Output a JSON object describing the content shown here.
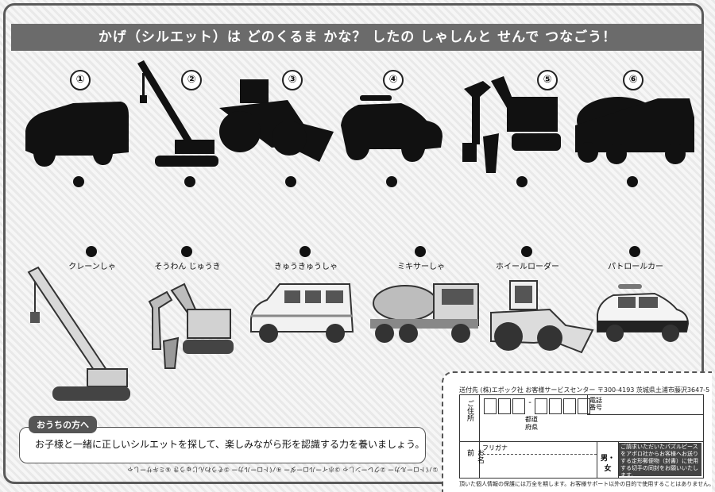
{
  "title": "かげ（シルエット）は どのくるま かな？ したの しゃしんと せんで つなごう！",
  "silhouette_numbers": [
    "①",
    "②",
    "③",
    "④",
    "⑤",
    "⑥"
  ],
  "labels": [
    "クレーンしゃ",
    "そうわん じゅうき",
    "きゅうきゅうしゃ",
    "ミキサーしゃ",
    "ホイールローダー",
    "パトロールカー"
  ],
  "note": {
    "tag": "おうちの方へ",
    "text": "お子様と一緒に正しいシルエットを探して、楽しみながら形を認識する力を養いましょう。"
  },
  "answers": "こたえ：①パトロールカー ②クレーンしゃ ③ホイールローダー ④パトロールカー ⑤そうわんじゅうき ⑥ミキサーしゃ",
  "postal": {
    "destination": "送付先 (株)エポック社 お客様サービスセンター 〒300-4193 茨城県土浦市藤沢3647-5",
    "address_label": "ご住所",
    "prefecture": "都道府県",
    "phone_label": "電話番号",
    "furigana_label": "フリガナ",
    "name_label": "お名前",
    "gender_label": "男・女",
    "info_text": "ご請求いただいたパズルピースをアポロ社からお客様へお送りする定形郵便物（封書）に使用する切手の同封をお願いいたします。",
    "footer": "頂いた個人情報の保護には万全を期します。お客様サポート以外の目的で使用することはありません。"
  },
  "colors": {
    "title_bar": "#6b6b6b",
    "frame": "#5a5a5a",
    "ink": "#111111"
  }
}
